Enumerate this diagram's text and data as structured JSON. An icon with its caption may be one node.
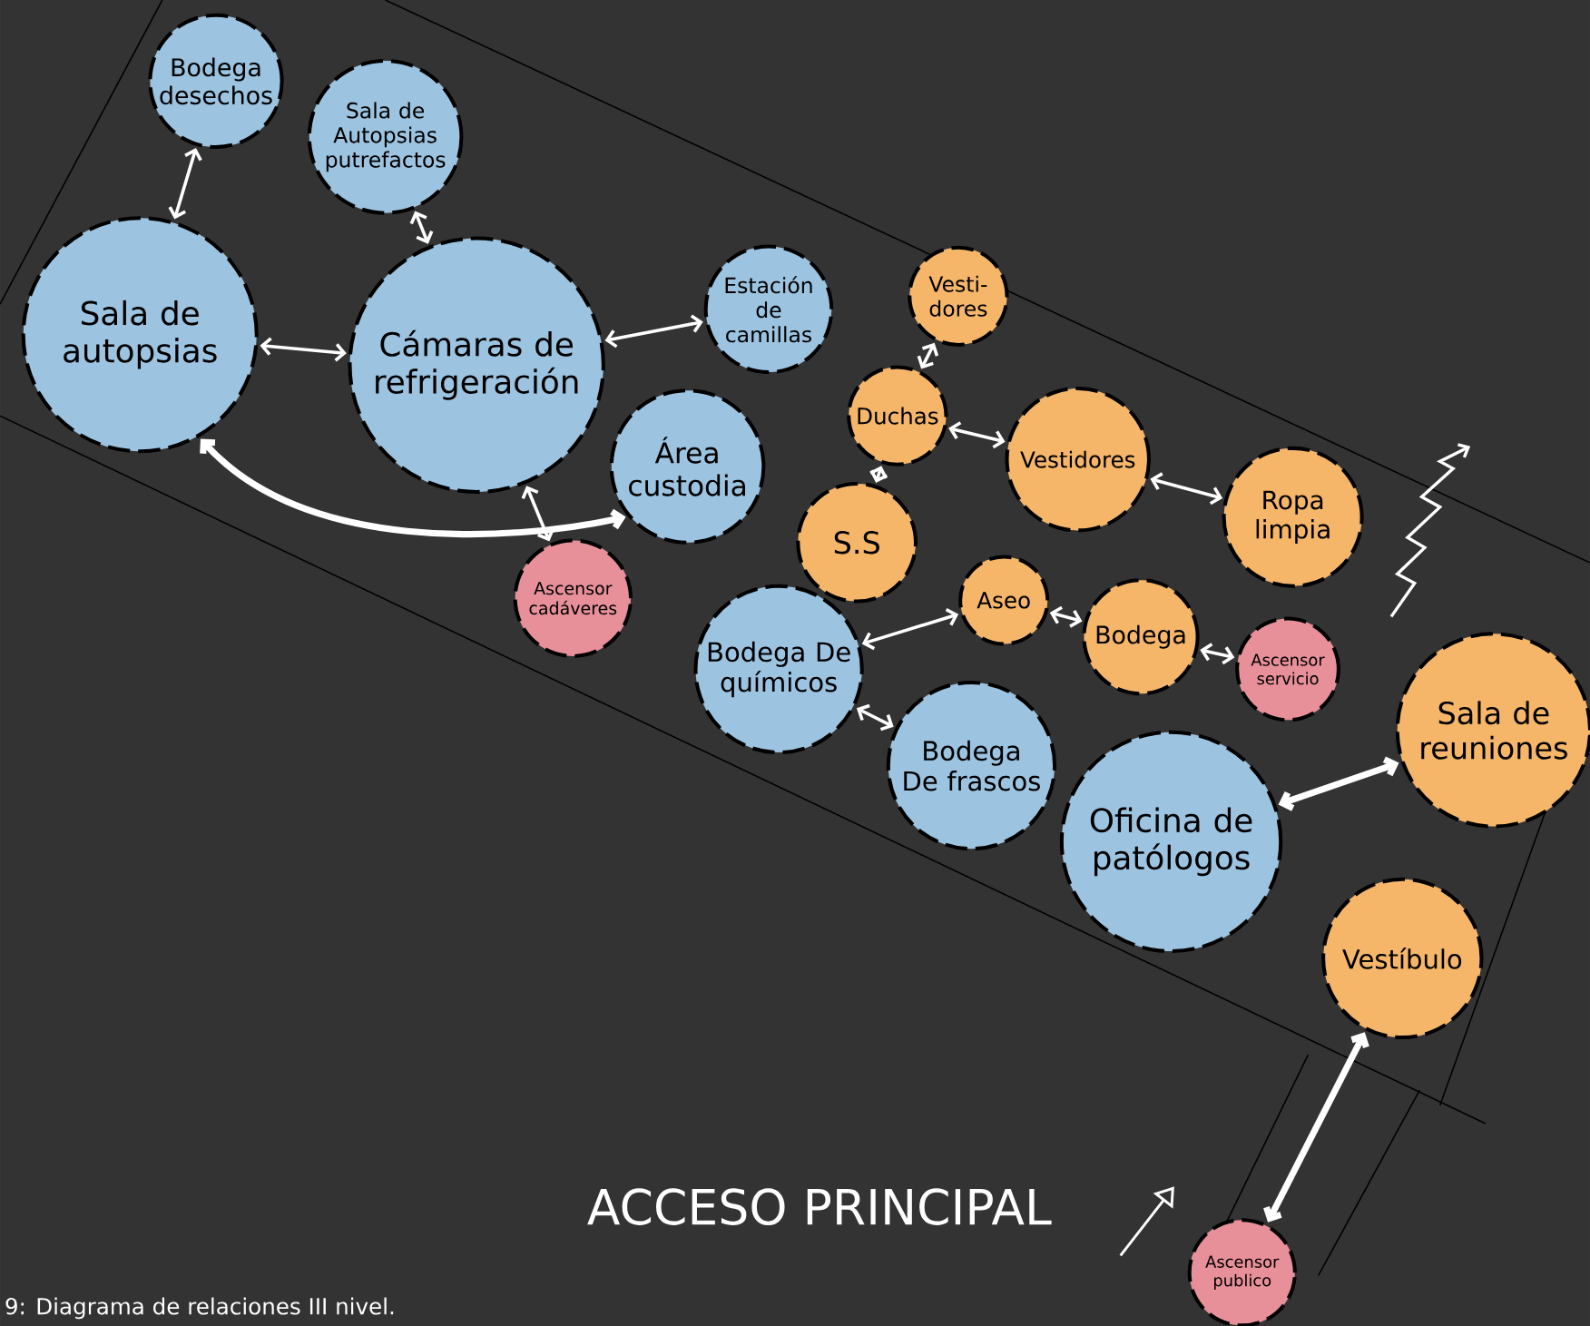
{
  "diagram": {
    "caption": "9: Diagrama de relaciones III nivel.",
    "nodes": [
      {
        "text": [
          "Bodega desechos"
        ]
      },
      {
        "text": [
          "Sala de Autopsias putrefactos"
        ]
      },
      {
        "text": [
          "Sala de autopsias"
        ]
      },
      {
        "text": [
          "Cámaras de refrigeración"
        ]
      },
      {
        "text": [
          "Estación de camillas"
        ]
      },
      {
        "text": [
          "Área custodia"
        ]
      },
      {
        "text": [
          "Ascensor cadáveres"
        ]
      },
      {
        "text": [
          "Vesti- dores"
        ]
      },
      {
        "text": [
          "Duchas"
        ]
      },
      {
        "text": [
          "S.S"
        ]
      },
      {
        "text": [
          "Vestidores"
        ]
      },
      {
        "text": [
          "Ropa limpia"
        ]
      },
      {
        "text": [
          "Aseo"
        ]
      },
      {
        "text": [
          "Bodega"
        ]
      },
      {
        "text": [
          "Ascensor servicio"
        ]
      },
      {
        "text": [
          "Bodega De químicos"
        ]
      },
      {
        "text": [
          "Bodega De frascos"
        ]
      },
      {
        "text": [
          "Oficina de patólogos"
        ]
      },
      {
        "text": [
          "Sala de reuniones"
        ]
      },
      {
        "text": [
          "Vestíbulo"
        ]
      },
      {
        "text": [
          "Ascensor publico"
        ]
      }
    ],
    "edges": [
      {
        "from": 0,
        "to": 2,
        "arrow": "both"
      },
      {
        "from": 1,
        "to": 3,
        "arrow": "both"
      },
      {
        "from": 2,
        "to": 3,
        "arrow": "both"
      },
      {
        "from": 3,
        "to": 4,
        "arrow": "both"
      },
      {
        "from": 3,
        "to": 6,
        "arrow": "both"
      },
      {
        "from": 2,
        "to": 5,
        "arrow": "both",
        "style": "thick"
      },
      {
        "from": 7,
        "to": 8,
        "arrow": "both"
      },
      {
        "from": 8,
        "to": 9,
        "arrow": "both"
      },
      {
        "from": 8,
        "to": 10,
        "arrow": "both"
      },
      {
        "from": 10,
        "to": 11,
        "arrow": "both"
      },
      {
        "from": 12,
        "to": 15,
        "arrow": "both"
      },
      {
        "from": 12,
        "to": 13,
        "arrow": "both"
      },
      {
        "from": 13,
        "to": 14,
        "arrow": "both"
      },
      {
        "from": 15,
        "to": 16,
        "arrow": "both"
      },
      {
        "from": 17,
        "to": 18,
        "arrow": "both",
        "style": "thick"
      },
      {
        "from": 19,
        "to": 20,
        "arrow": "both",
        "style": "thick"
      }
    ],
    "labels": [
      "ACCESO PRINCIPAL"
    ]
  }
}
